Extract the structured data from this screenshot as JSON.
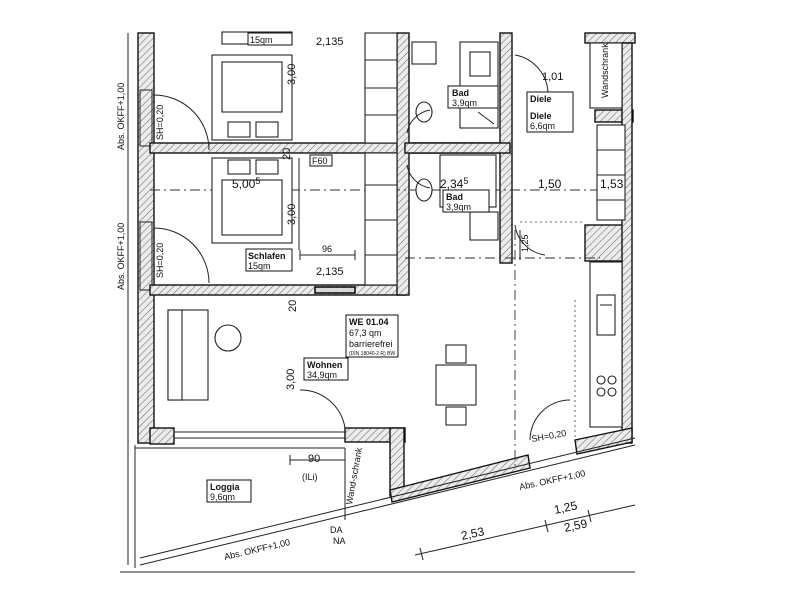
{
  "rooms": {
    "schlafen_top_area": "15qm",
    "schlafen_name": "Schlafen",
    "schlafen_area": "15qm",
    "bad_top_name": "Bad",
    "bad_top_area": "3,9qm",
    "diele_name": "Diele",
    "diele_area": "6,6qm",
    "bad_mid_name": "Bad",
    "bad_mid_area": "3,9qm",
    "we_number": "WE 01.04",
    "we_area": "67,3 qm",
    "we_barrier": "barrierefrei",
    "we_small": "(DIN 18040-2 R) BW",
    "wohnen_name": "Wohnen",
    "wohnen_area": "34,9qm",
    "loggia_name": "Loggia",
    "loggia_area": "9,6qm"
  },
  "dimensions": {
    "d_2135_top": "2,135",
    "d_300_top": "3,00",
    "d_101": "1,01",
    "d_500": "5,00",
    "d_500_sup": "5",
    "d_234": "2,34",
    "d_234_sup": "5",
    "d_150": "1,50",
    "d_153": "1,53",
    "d_300_mid": "3,00",
    "d_96": "96",
    "d_2135_bot": "2,135",
    "d_125_v": "1,25",
    "d_20_a": "20",
    "d_20_b": "20",
    "d_300_liv": "3,00",
    "d_90": "90",
    "d_253": "2,53",
    "d_125": "1,25",
    "d_259": "2,59"
  },
  "annotations": {
    "okff_left_top": "Abs. OKFF+1,00",
    "sh_left_top": "SH=0,20",
    "okff_left_bot": "Abs. OKFF+1,00",
    "sh_left_bot": "SH=0,20",
    "f60": "F60",
    "wandschrank": "Wandschrank",
    "sh_right": "SH=0,20",
    "okff_right": "Abs. OKFF+1,00",
    "okff_bottom": "Abs. OKFF+1,00",
    "ili": "(ILi)",
    "wand_schrank": "Wand-schrank",
    "da": "DA",
    "na": "NA"
  }
}
